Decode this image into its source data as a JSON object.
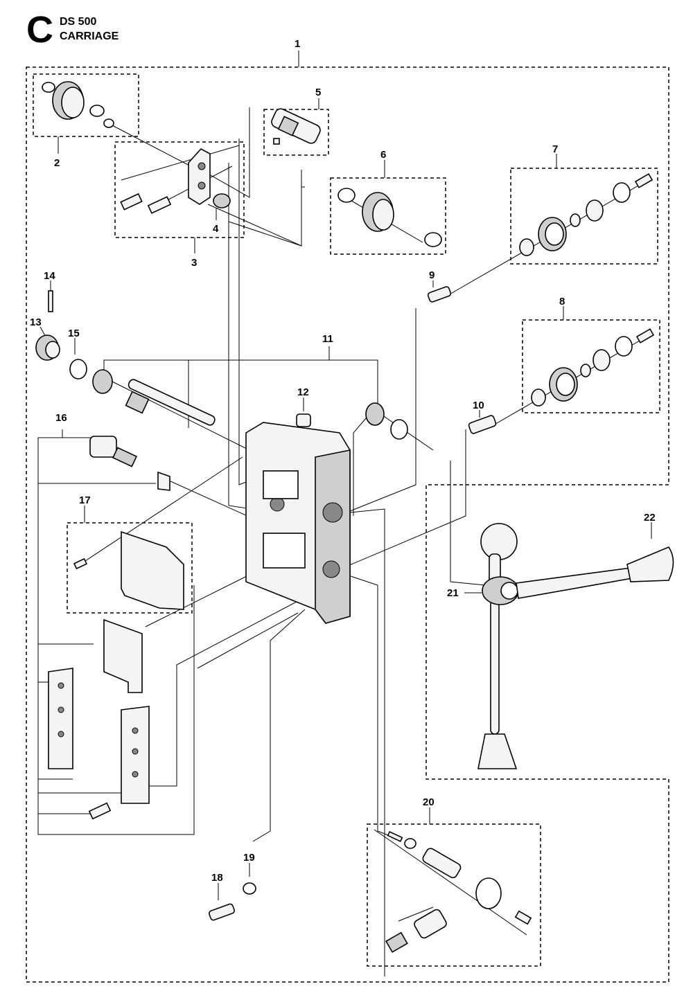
{
  "header": {
    "section_letter": "C",
    "model": "DS 500",
    "title": "CARRIAGE"
  },
  "callouts": [
    "1",
    "2",
    "3",
    "4",
    "5",
    "6",
    "7",
    "8",
    "9",
    "10",
    "11",
    "12",
    "13",
    "14",
    "15",
    "16",
    "17",
    "18",
    "19",
    "20",
    "21",
    "22"
  ]
}
